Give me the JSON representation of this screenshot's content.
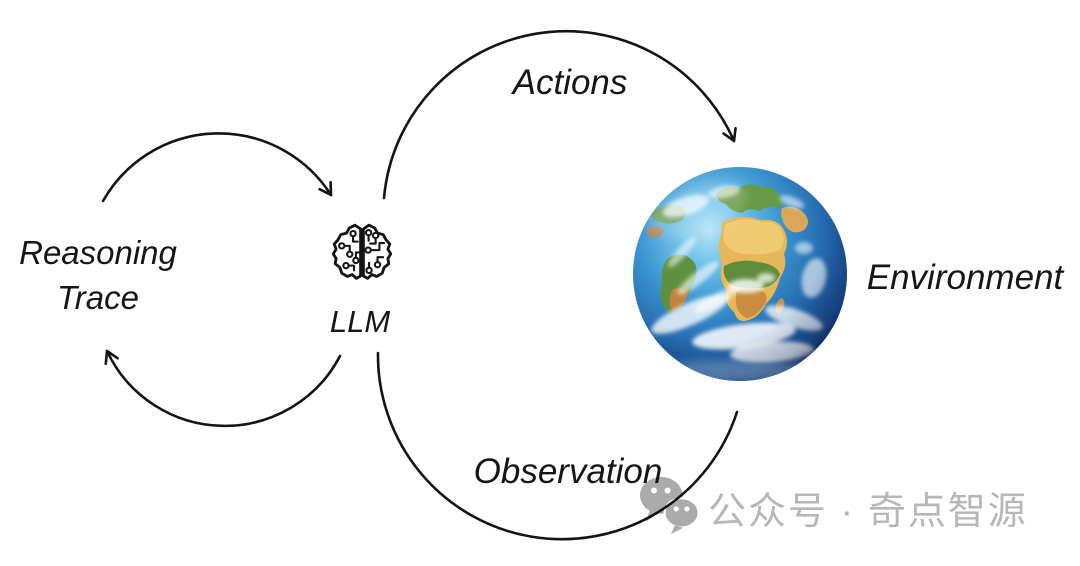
{
  "diagram": {
    "reasoning_trace": {
      "line1": "Reasoning",
      "line2": "Trace"
    },
    "llm": {
      "label": "LLM",
      "icon": "brain-circuit-icon"
    },
    "environment": {
      "label": "Environment",
      "icon": "earth-globe"
    },
    "edges": {
      "actions_label": "Actions",
      "observation_label": "Observation"
    },
    "colors": {
      "line": "#141414",
      "text": "#161616",
      "ocean_deep": "#143d77",
      "ocean_light": "#74c4ea",
      "land_green": "#5d9140",
      "land_tan": "#e6b758"
    }
  },
  "watermark": {
    "icon": "wechat-icon",
    "text": "公众号 · 奇点智源",
    "color": "#b7b7b7"
  }
}
